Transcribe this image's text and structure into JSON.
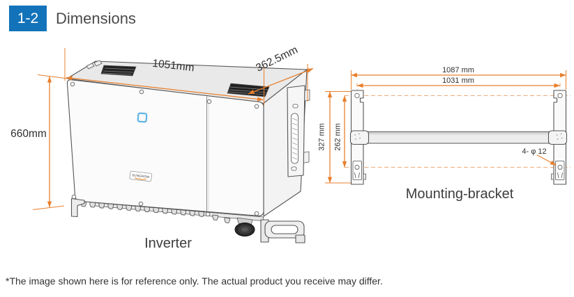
{
  "header": {
    "badge": "1-2",
    "title": "Dimensions"
  },
  "inverter": {
    "caption": "Inverter",
    "logo": "SUNGROW",
    "dimensions": {
      "width": "1051mm",
      "depth": "362.5mm",
      "height": "660mm"
    }
  },
  "bracket": {
    "caption": "Mounting-bracket",
    "hole_note": "4- φ 12",
    "dimensions": {
      "outer_width": "1087 mm",
      "hole_spacing_width": "1031 mm",
      "outer_height": "327 mm",
      "hole_spacing_height": "262 mm"
    }
  },
  "footnote": "*The image shown here is for reference only. The actual product you receive may differ.",
  "colors": {
    "accent_blue": "#1373BA",
    "dimension_orange": "#E87F2C",
    "dashed_orange": "#EDAB79",
    "led_blue": "#5FB4E5",
    "text_dark": "#2F2F2F"
  }
}
